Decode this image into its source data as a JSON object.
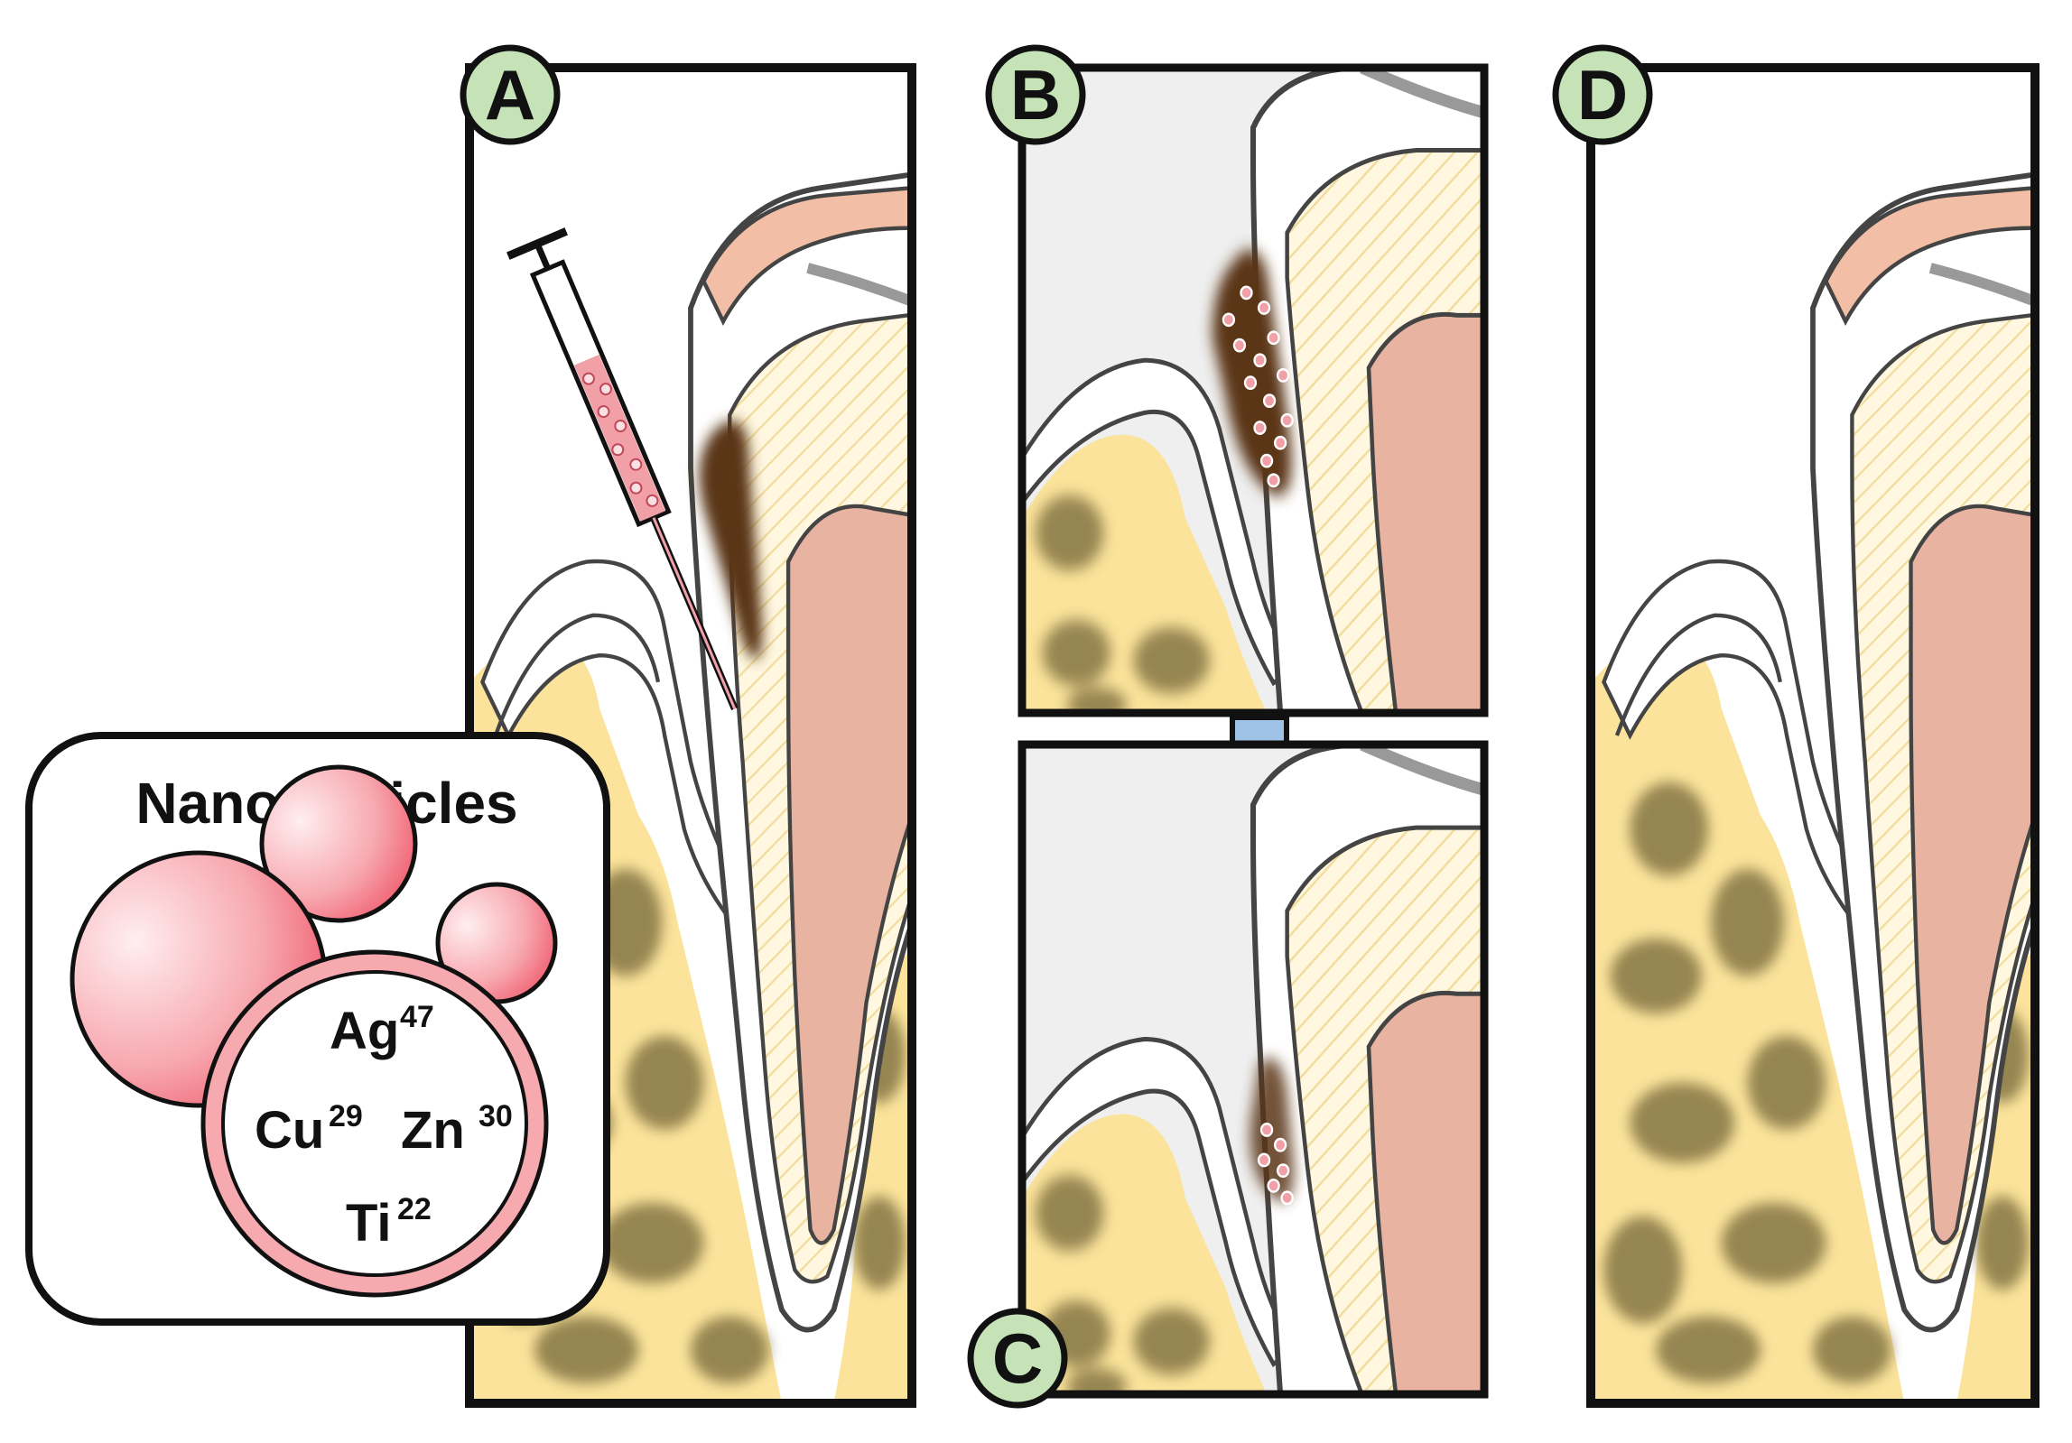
{
  "panels": {
    "a": {
      "letter": "A"
    },
    "b": {
      "letter": "B"
    },
    "c": {
      "letter": "C"
    },
    "d": {
      "letter": "D"
    }
  },
  "inset": {
    "title": "Nanoparticles",
    "elements": [
      {
        "symbol": "Ag",
        "number": "47"
      },
      {
        "symbol": "Cu",
        "number": "29"
      },
      {
        "symbol": "Zn",
        "number": "30"
      },
      {
        "symbol": "Ti",
        "number": "22"
      }
    ]
  },
  "colors": {
    "bone": "#fbe39b",
    "bone_spot": "#8b7c4a",
    "gum": "#efefef",
    "pulp": "#e8b3a0",
    "enamel": "#f2bfa6",
    "plaque": "#5a3612",
    "particle": "#f2a0a7",
    "label_circle": "#c6e3b8",
    "arrow": "#9fc3e6"
  }
}
